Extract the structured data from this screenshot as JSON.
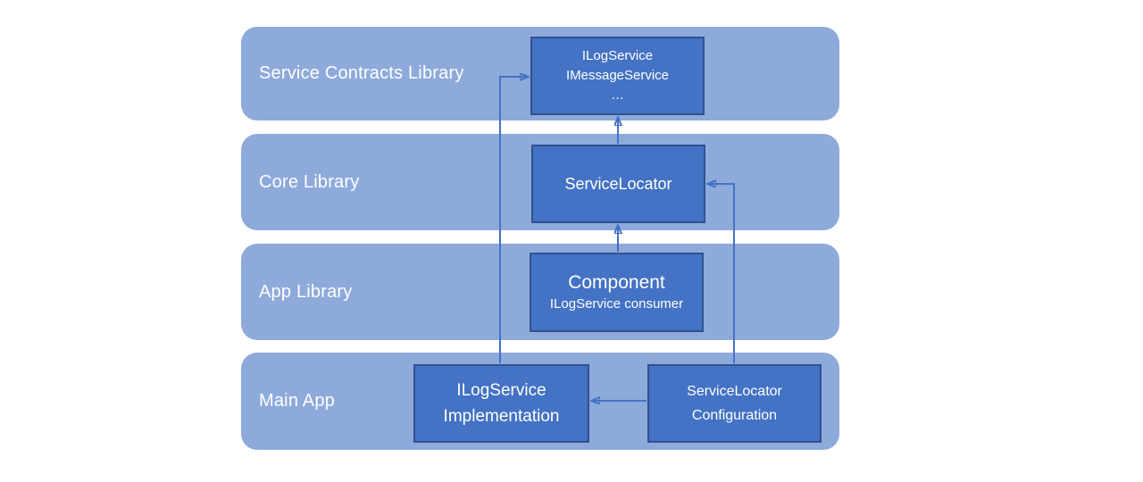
{
  "diagram": {
    "kind": "layered-architecture-service-locator"
  },
  "bands": [
    {
      "label": "Service Contracts Library"
    },
    {
      "label": "Core Library"
    },
    {
      "label": "App Library"
    },
    {
      "label": "Main App"
    }
  ],
  "nodes": {
    "contracts": {
      "lines": [
        "ILogService",
        "IMessageService",
        "…"
      ]
    },
    "service_locator": {
      "label": "ServiceLocator"
    },
    "component": {
      "title": "Component",
      "subtitle": "ILogService consumer"
    },
    "implementation": {
      "lines": [
        "ILogService",
        "Implementation"
      ]
    },
    "configuration": {
      "lines": [
        "ServiceLocator",
        "Configuration"
      ]
    }
  },
  "arrows": [
    {
      "name": "component-to-servicelocator"
    },
    {
      "name": "servicelocator-to-contracts"
    },
    {
      "name": "implementation-to-contracts"
    },
    {
      "name": "configuration-to-servicelocator"
    },
    {
      "name": "configuration-to-implementation"
    }
  ],
  "colors": {
    "band_fill": "#8EAADB",
    "node_fill": "#4472C4",
    "node_border": "#2F528F",
    "arrow": "#4472C4",
    "text": "#FFFFFF",
    "background": "#FFFFFF"
  }
}
